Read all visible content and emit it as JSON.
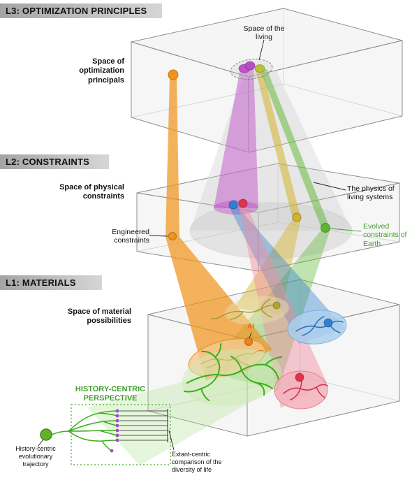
{
  "headers": {
    "l3": "L3: OPTIMIZATION PRINCIPLES",
    "l2": "L2: CONSTRAINTS",
    "l1": "L1: MATERIALS"
  },
  "labels": {
    "space_of_the_living": "Space of the living",
    "space_of_optimization_principals": "Space of optimization principals",
    "space_of_physical_constraints": "Space of physical constraints",
    "physics_of_living_systems": "The physics of living systems",
    "engineered_constraints": "Engineered constraints",
    "evolved_constraints_of_earth": "Evolved constraints of Earth",
    "space_of_material_possibilities": "Space of material possibilities",
    "ai": "AI",
    "history_centric_perspective": "HISTORY-CENTRIC PERSPECTIVE",
    "history_centric_evolutionary_trajectory": "History-centric evolutionary trajectory",
    "extant_centric_comparison": "Extant-centric comparison of the diversity of life"
  },
  "colors": {
    "orange": "#f0941f",
    "magenta": "#c054c8",
    "blue": "#2f80d2",
    "red": "#e0334c",
    "yellow": "#d4b32b",
    "green": "#5cb52d",
    "green_line": "#3aae1c",
    "green_text": "#3f9e2d",
    "purple_dot": "#9b4fc4",
    "ai_orange": "#e8641b",
    "gray_cone": "#c6c6c6",
    "header_text": "#111111"
  }
}
